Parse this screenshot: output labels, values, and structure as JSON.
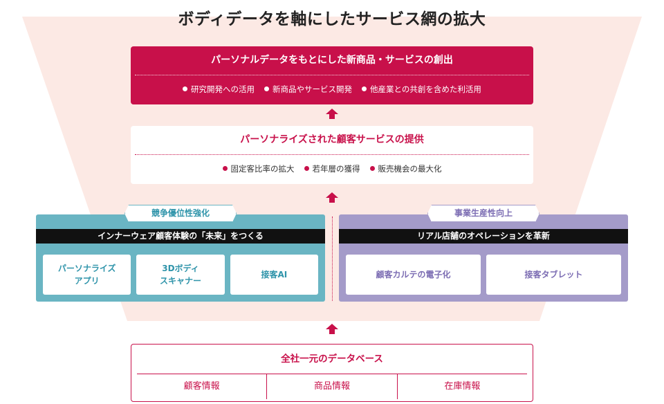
{
  "title": "ボディデータを軸にしたサービス網の拡大",
  "colors": {
    "accent": "#c8104a",
    "funnel": "#fce9e4",
    "left_panel": "#6ab5c3",
    "right_panel": "#a49bc9",
    "bar": "#111111"
  },
  "top_box": {
    "heading": "パーソナルデータをもとにした新商品・サービスの創出",
    "bullets": [
      "研究開発への活用",
      "新商品やサービス開発",
      "他産業との共創を含めた利活用"
    ]
  },
  "middle_box": {
    "heading": "パーソナライズされた顧客サービスの提供",
    "bullets": [
      "固定客比率の拡大",
      "若年層の獲得",
      "販売機会の最大化"
    ]
  },
  "left_panel": {
    "tag": "競争優位性強化",
    "bar": "インナーウェア顧客体験の「未来」をつくる",
    "cards": [
      "パーソナライズ\nアプリ",
      "3Dボディ\nスキャナー",
      "接客AI"
    ]
  },
  "right_panel": {
    "tag": "事業生産性向上",
    "bar": "リアル店舗のオペレーションを革新",
    "cards": [
      "顧客カルテの電子化",
      "接客タブレット"
    ]
  },
  "bottom_box": {
    "heading": "全社一元のデータベース",
    "columns": [
      "顧客情報",
      "商品情報",
      "在庫情報"
    ]
  }
}
